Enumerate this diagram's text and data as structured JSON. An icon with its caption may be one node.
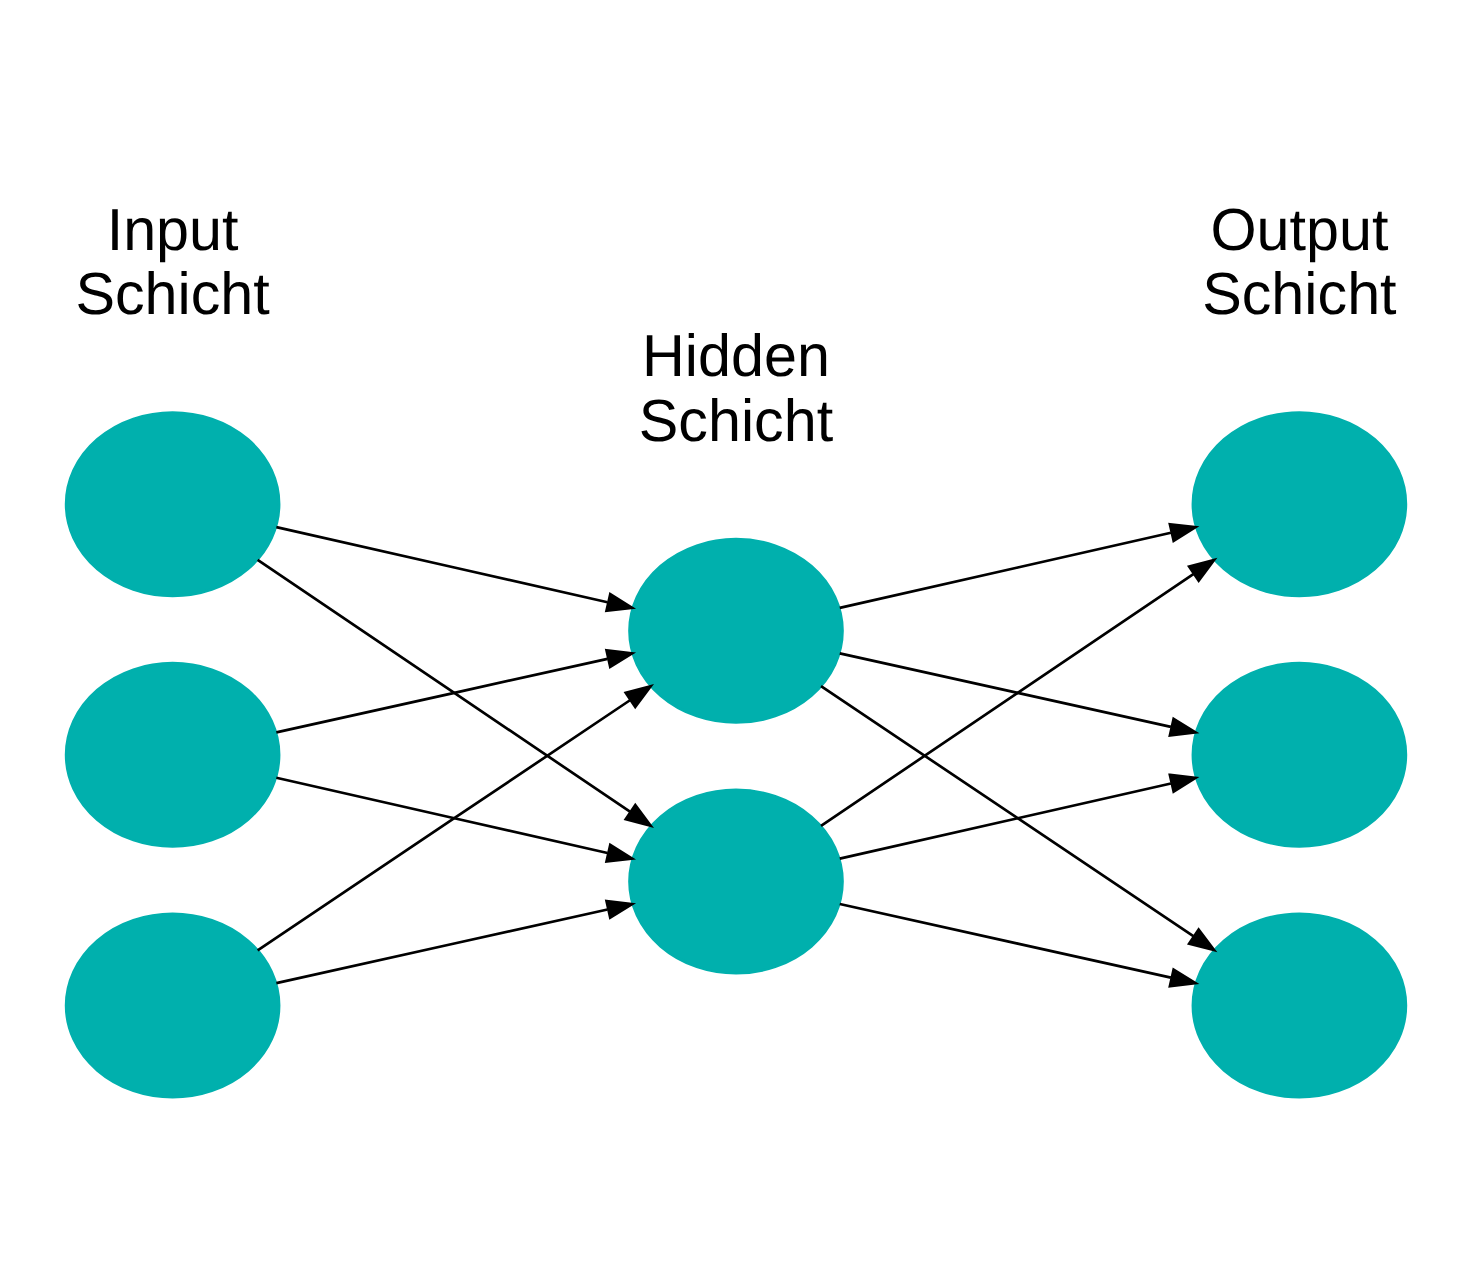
{
  "diagram": {
    "nodes": [
      {
        "text": [],
        "shape": "circle"
      },
      {
        "text": [],
        "shape": "circle"
      },
      {
        "text": [],
        "shape": "circle"
      },
      {
        "text": [],
        "shape": "circle"
      },
      {
        "text": [],
        "shape": "circle"
      },
      {
        "text": [],
        "shape": "circle"
      },
      {
        "text": [],
        "shape": "circle"
      },
      {
        "text": [],
        "shape": "circle"
      }
    ],
    "edges": [
      {
        "from": 0,
        "to": 3,
        "arrow": "to"
      },
      {
        "from": 0,
        "to": 4,
        "arrow": "to"
      },
      {
        "from": 1,
        "to": 3,
        "arrow": "to"
      },
      {
        "from": 1,
        "to": 4,
        "arrow": "to"
      },
      {
        "from": 2,
        "to": 3,
        "arrow": "to"
      },
      {
        "from": 2,
        "to": 4,
        "arrow": "to"
      },
      {
        "from": 3,
        "to": 5,
        "arrow": "to"
      },
      {
        "from": 3,
        "to": 6,
        "arrow": "to"
      },
      {
        "from": 3,
        "to": 7,
        "arrow": "to"
      },
      {
        "from": 4,
        "to": 5,
        "arrow": "to"
      },
      {
        "from": 4,
        "to": 6,
        "arrow": "to"
      },
      {
        "from": 4,
        "to": 7,
        "arrow": "to"
      }
    ],
    "labels": [
      "Input Schicht",
      "Hidden Schicht",
      "Output Schicht"
    ]
  }
}
